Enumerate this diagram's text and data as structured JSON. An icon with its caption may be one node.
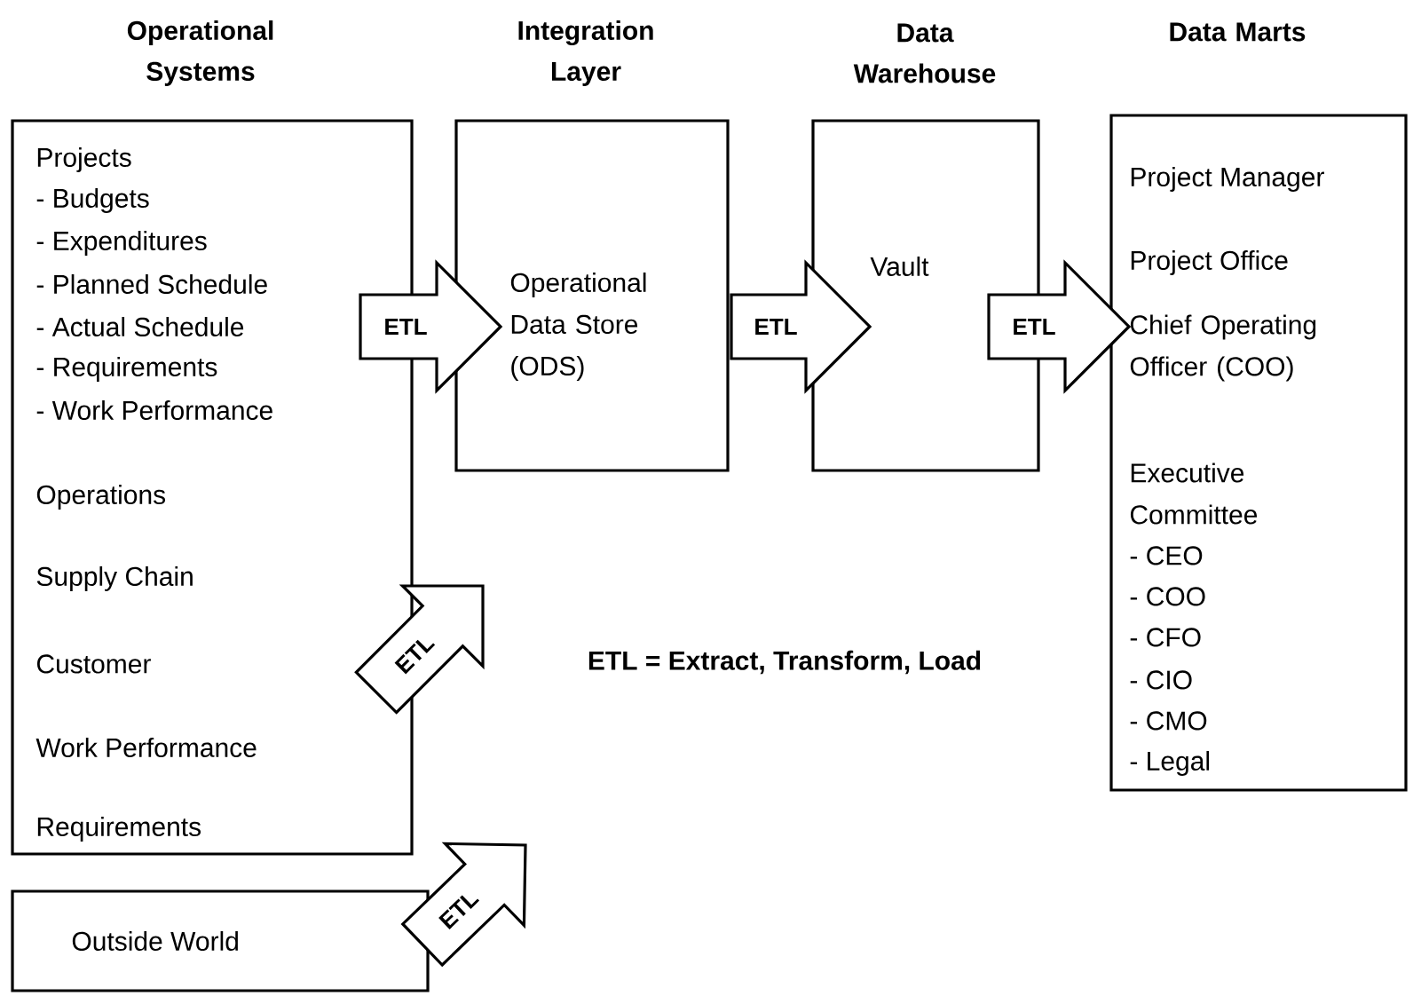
{
  "diagram": {
    "nodes": [
      {
        "text": [
          "Operational Systems",
          "Projects",
          "- Budgets",
          "- Expenditures",
          "- Planned Schedule",
          "- Actual Schedule",
          "- Requirements",
          "- Work Performance",
          "Operations",
          "Supply Chain",
          "Customer",
          "Work Performance",
          "Requirements"
        ]
      },
      {
        "text": [
          "Integration Layer",
          "Operational Data Store (ODS)"
        ]
      },
      {
        "text": [
          "Data Warehouse",
          "Vault"
        ]
      },
      {
        "text": [
          "Data Marts",
          "Project Manager",
          "Project Office",
          "Chief Operating Officer (COO)",
          "Executive Committee",
          "- CEO",
          "- COO",
          "- CFO",
          "- CIO",
          "- CMO",
          "- Legal"
        ]
      },
      {
        "text": [
          "Outside World"
        ]
      }
    ],
    "edges": [
      {
        "from": 0,
        "to": 1,
        "arrow": "to",
        "label": "ETL"
      },
      {
        "from": 1,
        "to": 2,
        "arrow": "to",
        "label": "ETL"
      },
      {
        "from": 2,
        "to": 3,
        "arrow": "to",
        "label": "ETL"
      },
      {
        "from": 0,
        "to": null,
        "arrow": "to",
        "label": "ETL"
      },
      {
        "from": 4,
        "to": null,
        "arrow": "to",
        "label": "ETL"
      }
    ],
    "labels": [
      "ETL = Extract, Transform, Load"
    ]
  }
}
